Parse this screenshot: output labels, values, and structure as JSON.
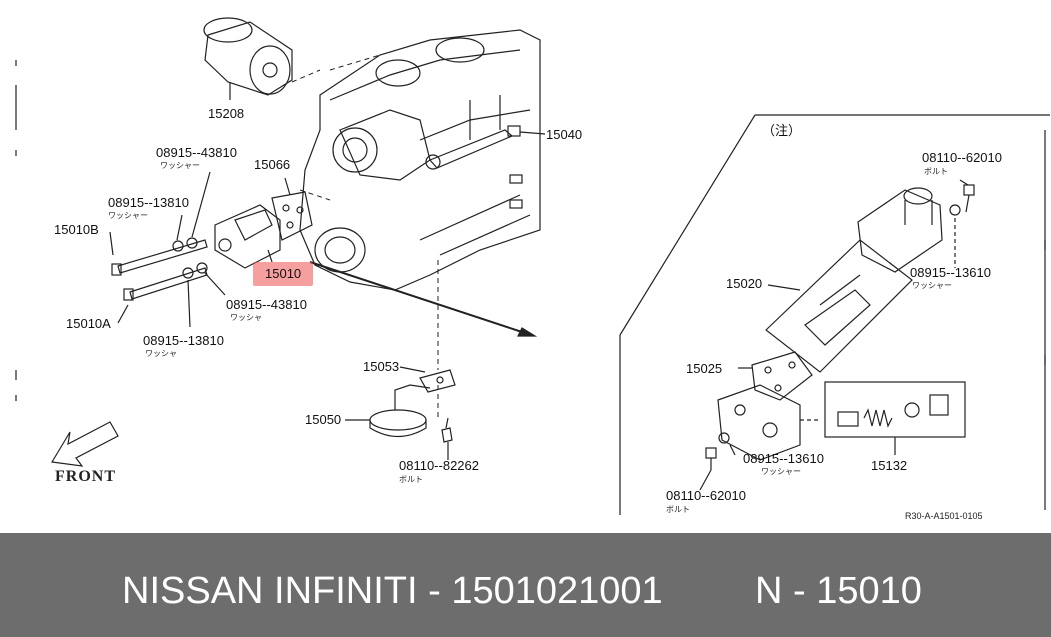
{
  "diagram": {
    "labels": {
      "p15208": "15208",
      "p15040": "15040",
      "p15066": "15066",
      "p08915_43810_top": "08915--43810",
      "p08915_13810_top": "08915--13810",
      "p15010b": "15010B",
      "p15010": "15010",
      "p08915_43810_bot": "08915--43810",
      "p15010a": "15010A",
      "p08915_13810_bot": "08915--13810",
      "p15053": "15053",
      "p15050": "15050",
      "p08110_82262": "08110--82262",
      "p08110_62010_top": "08110--62010",
      "p08915_13610_top": "08915--13610",
      "p15020": "15020",
      "p15025": "15025",
      "p08915_13610_bot": "08915--13610",
      "p15132": "15132",
      "p08110_62010_bot": "08110--62010",
      "note": "（注）"
    },
    "sublabels": {
      "washer1": "ワッシャー",
      "washer2": "ワッシャー",
      "washer3": "ワッシャ",
      "washer4": "ワッシャ",
      "bolt1": "ボルト",
      "bolt2": "ボルト",
      "washer5": "ワッシャー",
      "washer6": "ワッシャー",
      "bolt3": "ボルト"
    },
    "front_label": "FRONT",
    "reference": "R30-A-A1501-0105",
    "highlight_color": "#e85050"
  },
  "footer": {
    "brand": "NISSAN  INFINITI - 1501021001",
    "code": "N - 15010",
    "background": "#6d6d6d",
    "text_color": "#ffffff"
  }
}
